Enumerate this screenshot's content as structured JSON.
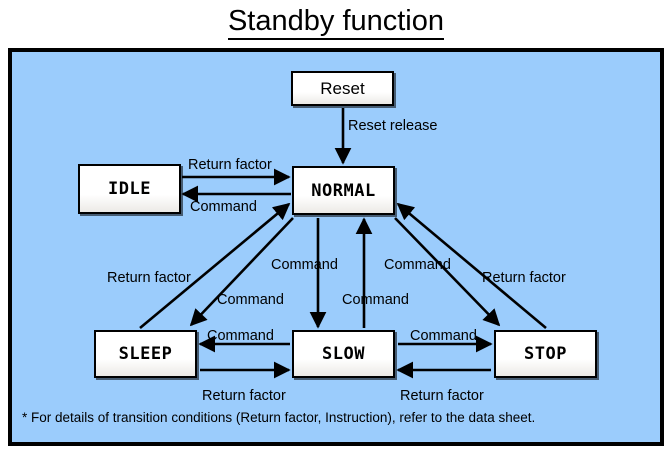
{
  "title": "Standby function",
  "colors": {
    "frame_background": "#9bccfc",
    "frame_border": "#000000",
    "node_fill": "#ffffff",
    "node_border": "#000000",
    "edge": "#000000",
    "text": "#000000",
    "page_background": "#ffffff"
  },
  "diagram": {
    "type": "state-transition-diagram",
    "nodes": [
      {
        "id": "reset",
        "label": "Reset",
        "font": "sans"
      },
      {
        "id": "normal",
        "label": "NORMAL",
        "font": "mono"
      },
      {
        "id": "idle",
        "label": "IDLE",
        "font": "mono"
      },
      {
        "id": "sleep",
        "label": "SLEEP",
        "font": "mono"
      },
      {
        "id": "slow",
        "label": "SLOW",
        "font": "mono"
      },
      {
        "id": "stop",
        "label": "STOP",
        "font": "mono"
      }
    ],
    "edges": [
      {
        "id": "reset-release",
        "from": "reset",
        "to": "normal",
        "label": "Reset release"
      },
      {
        "id": "idle-to-normal",
        "from": "idle",
        "to": "normal",
        "label": "Return factor"
      },
      {
        "id": "normal-to-idle",
        "from": "normal",
        "to": "idle",
        "label": "Command"
      },
      {
        "id": "sleep-to-normal",
        "from": "sleep",
        "to": "normal",
        "label": "Return factor"
      },
      {
        "id": "normal-to-sleep",
        "from": "normal",
        "to": "sleep",
        "label": "Command"
      },
      {
        "id": "normal-to-slow",
        "from": "normal",
        "to": "slow",
        "label": "Command"
      },
      {
        "id": "slow-to-normal",
        "from": "slow",
        "to": "normal",
        "label": "Command"
      },
      {
        "id": "normal-to-stop",
        "from": "normal",
        "to": "stop",
        "label": "Command"
      },
      {
        "id": "stop-to-normal",
        "from": "stop",
        "to": "normal",
        "label": "Return factor"
      },
      {
        "id": "slow-to-sleep",
        "from": "slow",
        "to": "sleep",
        "label": "Command"
      },
      {
        "id": "sleep-to-slow",
        "from": "sleep",
        "to": "slow",
        "label": "Return factor"
      },
      {
        "id": "slow-to-stop",
        "from": "slow",
        "to": "stop",
        "label": "Command"
      },
      {
        "id": "stop-to-slow",
        "from": "stop",
        "to": "slow",
        "label": "Return factor"
      }
    ]
  },
  "footnote": "* For details of transition conditions (Return factor, Instruction), refer to the data sheet."
}
